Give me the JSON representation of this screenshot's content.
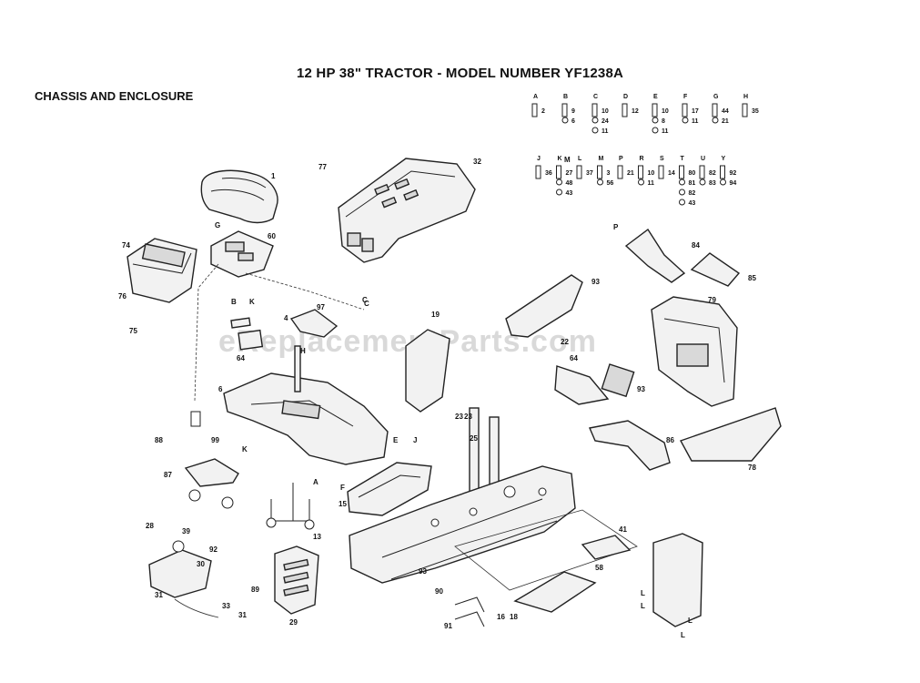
{
  "title": "12 HP 38\" TRACTOR - MODEL NUMBER YF1238A",
  "section": "CHASSIS AND ENCLOSURE",
  "watermark": "eReplacementParts.com",
  "hardware_letters": [
    "A",
    "B",
    "C",
    "D",
    "E",
    "F",
    "G",
    "H",
    "J",
    "K",
    "L",
    "M",
    "P",
    "R",
    "S",
    "T",
    "U",
    "Y"
  ],
  "hardware_numbers": {
    "A": [
      "2"
    ],
    "B": [
      "9",
      "6"
    ],
    "C": [
      "10",
      "24",
      "11"
    ],
    "D": [
      "12"
    ],
    "E": [
      "10",
      "8",
      "11"
    ],
    "F": [
      "17",
      "11"
    ],
    "G": [
      "44",
      "21"
    ],
    "H": [
      "35"
    ],
    "J": [
      "36"
    ],
    "K": [
      "27",
      "48",
      "43"
    ],
    "L": [
      "37"
    ],
    "M": [
      "3",
      "56"
    ],
    "P": [
      "21"
    ],
    "R": [
      "10",
      "11"
    ],
    "S": [
      "14"
    ],
    "T": [
      "80",
      "81",
      "82",
      "43"
    ],
    "U": [
      "82",
      "83"
    ],
    "Y": [
      "92",
      "94"
    ]
  },
  "callouts": [
    "1",
    "77",
    "32",
    "74",
    "60",
    "G",
    "B",
    "K",
    "76",
    "75",
    "C",
    "C",
    "64",
    "4",
    "97",
    "H",
    "19",
    "22",
    "23",
    "64",
    "93",
    "6",
    "E",
    "J",
    "86",
    "88",
    "87",
    "99",
    "K",
    "15",
    "F",
    "A",
    "13",
    "23",
    "25",
    "41",
    "16",
    "30",
    "29",
    "28",
    "31",
    "33",
    "31",
    "89",
    "93",
    "39",
    "92",
    "58",
    "18",
    "90",
    "91",
    "78",
    "79",
    "93",
    "84",
    "85",
    "P",
    "M",
    "L",
    "L",
    "L",
    "L"
  ]
}
